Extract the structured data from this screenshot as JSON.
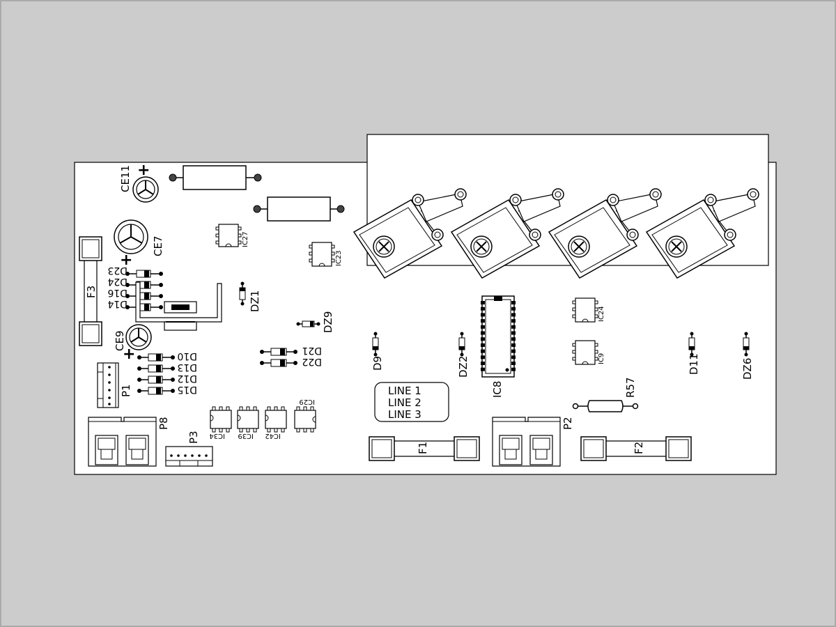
{
  "colors": {
    "background": "#cccccc",
    "board": "#ffffff",
    "ink": "#000000",
    "resistor_body": "#ffffff"
  },
  "labels": {
    "ce11": "CE11",
    "ce7": "CE7",
    "ce9": "CE9",
    "f3": "F3",
    "f1": "F1",
    "f2": "F2",
    "ic27": "IC27",
    "ic23": "IC23",
    "ic24": "IC24",
    "ic9": "IC9",
    "ic8": "IC8",
    "ic29": "IC29",
    "ic34": "IC34",
    "ic39": "IC39",
    "ic42": "IC42",
    "dz1": "DZ1",
    "dz9": "DZ9",
    "dz2": "DZ2",
    "dz6": "DZ6",
    "d9": "D9",
    "d11": "D11",
    "d21": "D21",
    "d22": "D22",
    "d23": "D23",
    "d24": "D24",
    "d16": "D16",
    "d14": "D14",
    "d10": "D10",
    "d13": "D13",
    "d12": "D12",
    "d15": "D15",
    "p1": "P1",
    "p2": "P2",
    "p3": "P3",
    "p8": "P8",
    "r57": "R57",
    "plus": "+"
  },
  "line_box": {
    "line1": "LINE  1",
    "line2": "LINE  2",
    "line3": "LINE  3"
  }
}
